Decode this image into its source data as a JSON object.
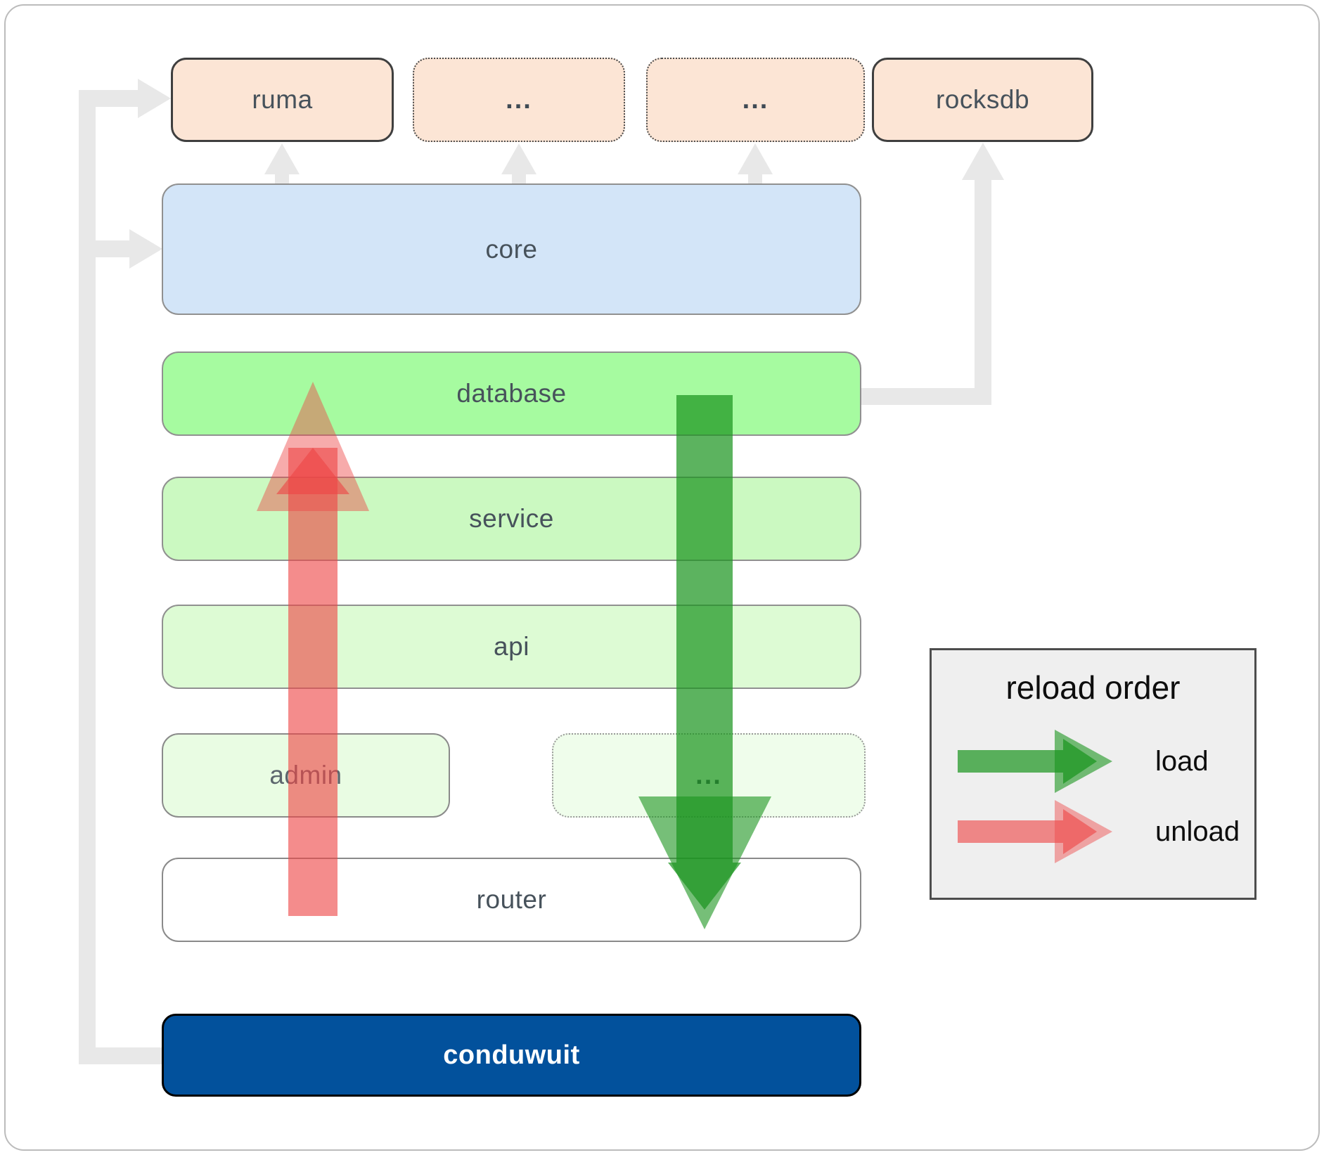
{
  "diagram": {
    "top_row": [
      {
        "label": "ruma",
        "border": "solid"
      },
      {
        "label": "...",
        "border": "dotted"
      },
      {
        "label": "...",
        "border": "dotted"
      },
      {
        "label": "rocksdb",
        "border": "solid"
      }
    ],
    "layers": {
      "core": "core",
      "database": "database",
      "service": "service",
      "api": "api",
      "admin": "admin",
      "admin_more": "...",
      "router": "router",
      "app": "conduwuit"
    },
    "legend": {
      "title": "reload order",
      "load_label": "load",
      "unload_label": "unload"
    },
    "colors": {
      "load_green": "#1a941e",
      "unload_red": "#ee4545",
      "connector_gray": "#e8e8e8",
      "core_blue": "#d3e5f8",
      "database_green": "#a6fba0",
      "service_green": "#cbf9c1",
      "api_green": "#ddfbd4",
      "admin_green": "#e9fce3",
      "peach": "#fce5d5",
      "conduwuit_blue": "#02519c",
      "legend_bg": "#efefef"
    }
  }
}
